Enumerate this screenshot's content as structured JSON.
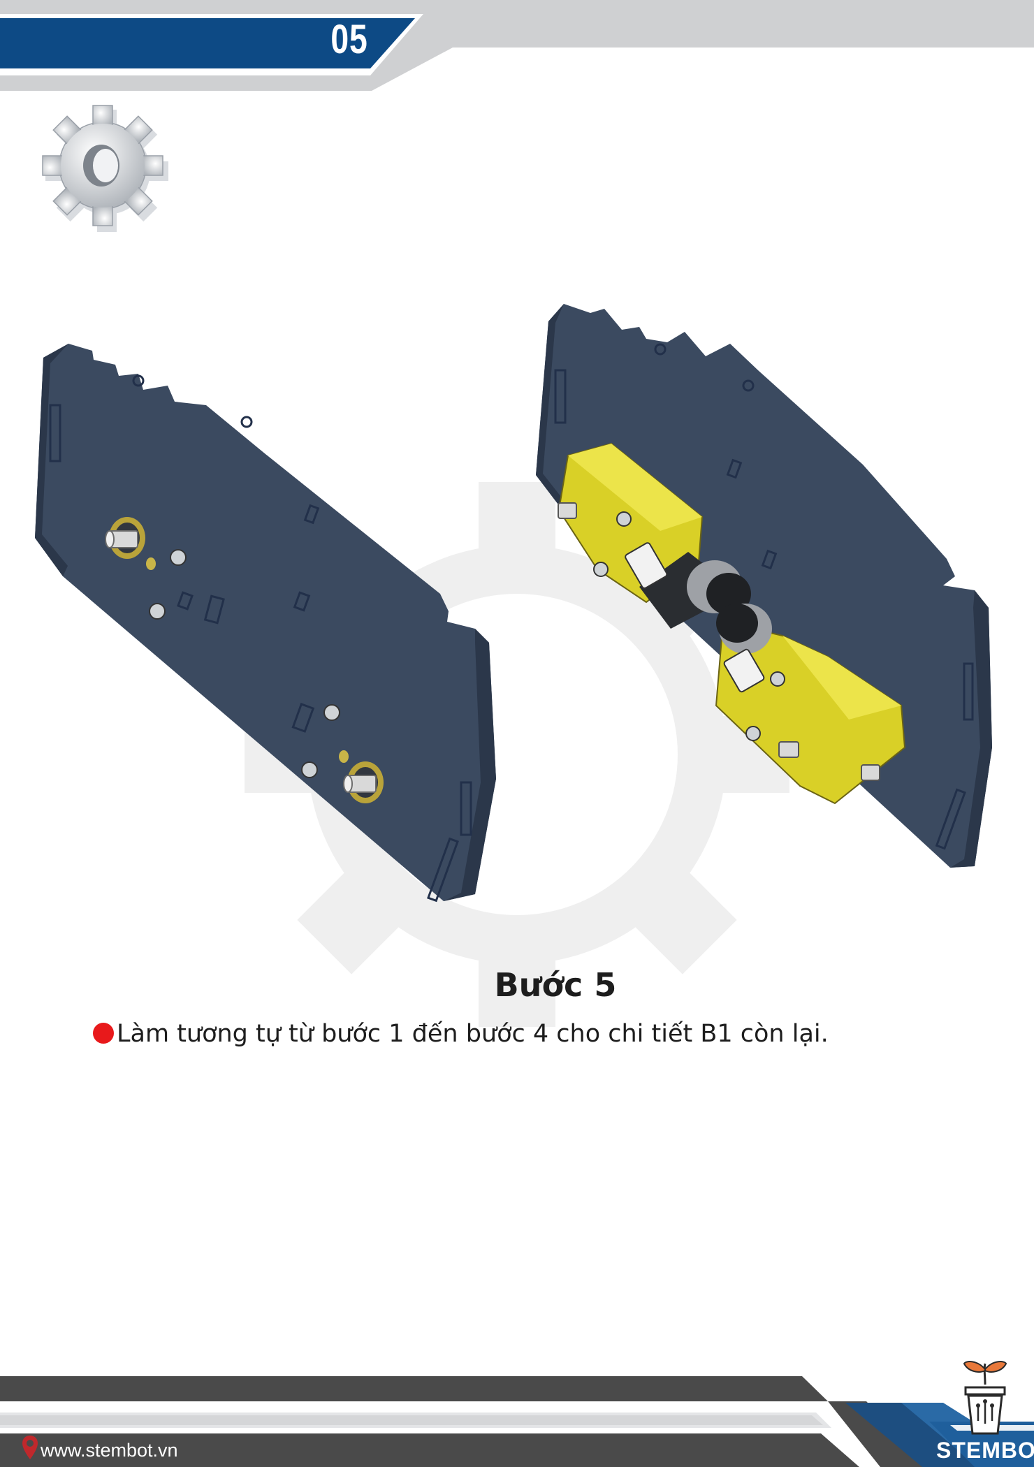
{
  "header": {
    "page_number": "05"
  },
  "step": {
    "title": "Bước 5",
    "instruction": "Làm tương tự từ bước 1 đến bước 4 cho chi tiết B1 còn lại."
  },
  "footer": {
    "website": "www.stembot.vn",
    "brand": "STEMBOT"
  },
  "icons": [
    "gear-icon",
    "location-pin-icon",
    "plant-pot-logo-icon"
  ],
  "colors": {
    "header_blue": "#0d4a85",
    "panel_slate": "#3f5068",
    "motor_yellow": "#d9d027",
    "bullet_red": "#e8191b",
    "footer_dark": "#4a4a4a"
  }
}
